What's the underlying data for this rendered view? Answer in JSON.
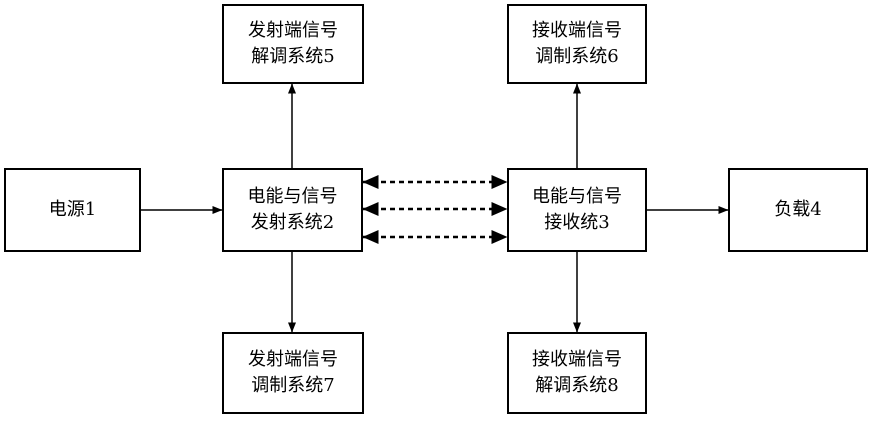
{
  "nodes": {
    "power": {
      "lines": [
        "电源1"
      ]
    },
    "transmitter": {
      "lines": [
        "电能与信号",
        "发射系统2"
      ]
    },
    "receiver": {
      "lines": [
        "电能与信号",
        "接收统3"
      ]
    },
    "load": {
      "lines": [
        "负载4"
      ]
    },
    "tx_demod": {
      "lines": [
        "发射端信号",
        "解调系统5"
      ]
    },
    "rx_mod": {
      "lines": [
        "接收端信号",
        "调制系统6"
      ]
    },
    "tx_mod": {
      "lines": [
        "发射端信号",
        "调制系统7"
      ]
    },
    "rx_demod": {
      "lines": [
        "接收端信号",
        "解调系统8"
      ]
    }
  },
  "edges": [
    {
      "from": "power",
      "to": "transmitter",
      "style": "solid",
      "arrow": "end"
    },
    {
      "from": "receiver",
      "to": "load",
      "style": "solid",
      "arrow": "end"
    },
    {
      "from": "transmitter",
      "to": "tx_demod",
      "style": "solid",
      "arrow": "end"
    },
    {
      "from": "transmitter",
      "to": "tx_mod",
      "style": "solid",
      "arrow": "end"
    },
    {
      "from": "receiver",
      "to": "rx_mod",
      "style": "solid",
      "arrow": "end"
    },
    {
      "from": "receiver",
      "to": "rx_demod",
      "style": "solid",
      "arrow": "end"
    },
    {
      "from": "transmitter",
      "to": "receiver",
      "style": "dashed",
      "arrow": "both"
    },
    {
      "from": "transmitter",
      "to": "receiver",
      "style": "dashed",
      "arrow": "both"
    },
    {
      "from": "transmitter",
      "to": "receiver",
      "style": "dashed",
      "arrow": "both"
    }
  ],
  "colors": {
    "line": "#000000",
    "border": "#000000",
    "background": "#ffffff"
  }
}
